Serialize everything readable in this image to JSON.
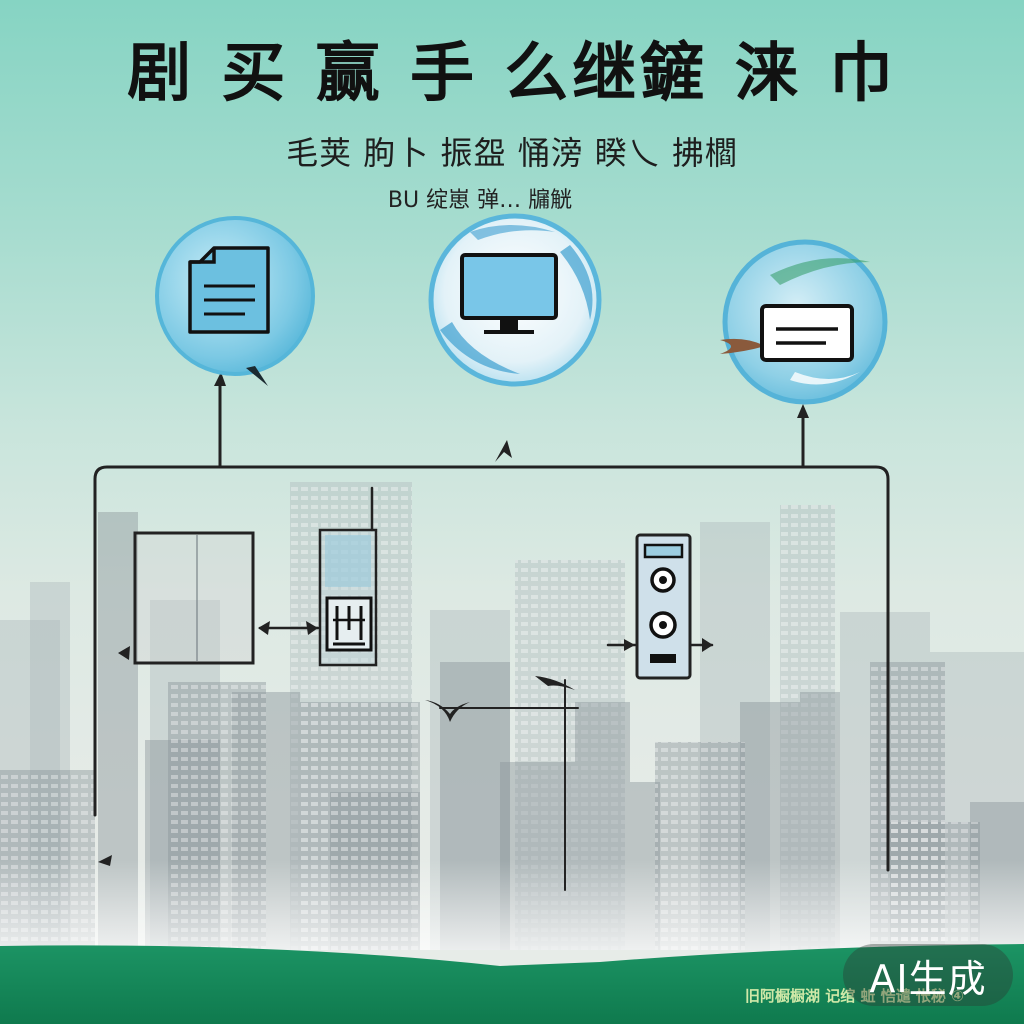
{
  "title": "剧 买 赢 手 么继鏟 涞 巾",
  "subtitle": "毛荚 朐卜  振盌  悀滂  睽乀 拂櫩",
  "tagline": "BU 绽崽 弹… 牖觥",
  "footer_text": "旧阿橱橱湖 记绾 蚯 悎谴 怅秘 ④",
  "badge": "AI生成",
  "icons": {
    "circle_left": "document-icon",
    "circle_middle": "monitor-icon",
    "circle_right": "message-card-icon",
    "box_middle": "server-icon",
    "box_right": "speaker-icon"
  },
  "colors": {
    "background_top": "#86d4c3",
    "background_bottom": "#e8ece8",
    "circle_blue": "#55b6d9",
    "footer_green": "#168a5b",
    "line": "#222222"
  }
}
